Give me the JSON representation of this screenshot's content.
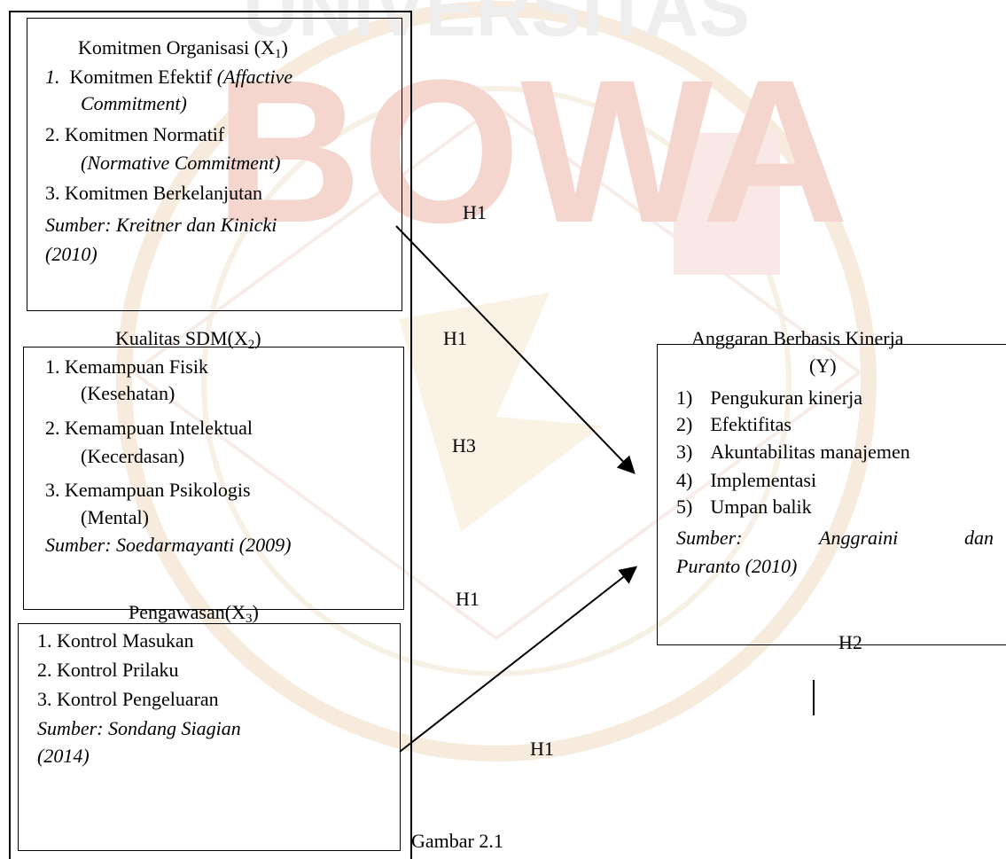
{
  "x1": {
    "title": "Komitmen Organisasi (X",
    "sub": "1",
    "title_end": ")",
    "item1_num": "1.",
    "item1_a": "Komitmen Efektif",
    "item1_b": "(Affactive",
    "item1_c": "Commitment)",
    "item2_a": "2.  Komitmen Normatif",
    "item2_b": "(Normative Commitment)",
    "item3": "3.  Komitmen Berkelanjutan",
    "source_a": "Sumber: Kreitner dan Kinicki",
    "source_b": "(2010)"
  },
  "x2": {
    "title": "Kualitas SDM(X",
    "sub": "2",
    "title_end": ")",
    "item1_a": "1.  Kemampuan Fisik",
    "item1_b": "(Kesehatan)",
    "item2_a": "2.  Kemampuan Intelektual",
    "item2_b": "(Kecerdasan)",
    "item3_a": "3.  Kemampuan Psikologis",
    "item3_b": "(Mental)",
    "source": "Sumber: Soedarmayanti (2009)"
  },
  "x3": {
    "title": "Pengawasan(X",
    "sub": "3",
    "title_end": ")",
    "item1": "1.  Kontrol Masukan",
    "item2": "2.  Kontrol Prilaku",
    "item3": "3.  Kontrol Pengeluaran",
    "source_a": "Sumber: Sondang Siagian",
    "source_b": "(2014)"
  },
  "y": {
    "title_a": "Anggaran Berbasis Kinerja",
    "title_b": "(Y)",
    "items": [
      {
        "num": "1)",
        "text": "Pengukuran kinerja"
      },
      {
        "num": "2)",
        "text": "Efektifitas"
      },
      {
        "num": "3)",
        "text": "Akuntabilitas manajemen"
      },
      {
        "num": "4)",
        "text": "Implementasi"
      },
      {
        "num": "5)",
        "text": "Umpan balik"
      }
    ],
    "source_a1": "Sumber:",
    "source_a2": "Anggraini",
    "source_a3": "dan",
    "source_b": "Puranto (2010)"
  },
  "hypotheses": {
    "h1_top": "H1",
    "h1_mid": "H1",
    "h3": "H3",
    "h1_lower": "H1",
    "h1_bottom": "H1",
    "h2": "H2"
  },
  "caption": "Gambar 2.1",
  "watermark": {
    "top_text": "UNIVERSITAS",
    "main_text": "BOWA",
    "color": "#f3d7d0"
  }
}
